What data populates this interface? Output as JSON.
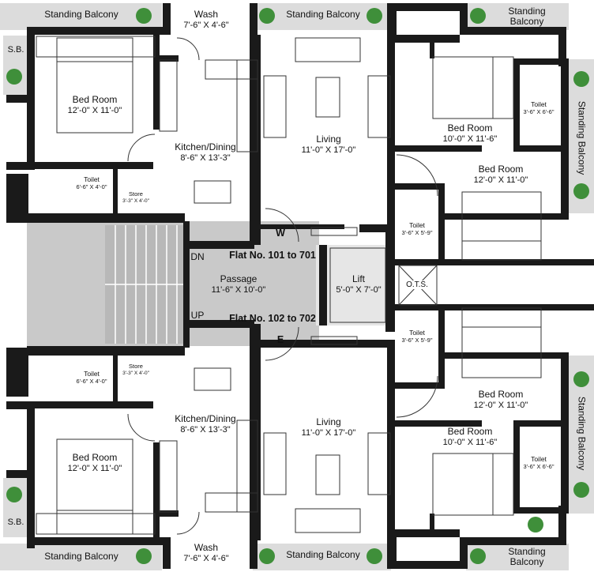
{
  "balconies": {
    "top_left": "Standing Balcony",
    "top_center": "Standing Balcony",
    "top_right_line1": "Standing",
    "top_right_line2": "Balcony",
    "right_upper": "Standing Balcony",
    "right_lower": "Standing Balcony",
    "bottom_left": "Standing Balcony",
    "bottom_center": "Standing Balcony",
    "bottom_right_line1": "Standing",
    "bottom_right_line2": "Balcony"
  },
  "sb": {
    "top": "S.B.",
    "bottom": "S.B."
  },
  "rooms": {
    "wash_top": {
      "title": "Wash",
      "dims": "7'-6\" X 4'-6\""
    },
    "wash_bottom": {
      "title": "Wash",
      "dims": "7'-6\" X 4'-6\""
    },
    "bedroom_tl": {
      "title": "Bed Room",
      "dims": "12'-0\" X 11'-0\""
    },
    "bedroom_bl": {
      "title": "Bed Room",
      "dims": "12'-0\" X 11'-0\""
    },
    "kitchen_top": {
      "title": "Kitchen/Dining",
      "dims": "8'-6\" X 13'-3\""
    },
    "kitchen_bottom": {
      "title": "Kitchen/Dining",
      "dims": "8'-6\" X 13'-3\""
    },
    "living_top": {
      "title": "Living",
      "dims": "11'-0\" X 17'-0\""
    },
    "living_bottom": {
      "title": "Living",
      "dims": "11'-0\" X 17'-0\""
    },
    "bedroom_tr_small": {
      "title": "Bed Room",
      "dims": "10'-0\" X 11'-6\""
    },
    "bedroom_br_small": {
      "title": "Bed Room",
      "dims": "10'-0\" X 11'-6\""
    },
    "bedroom_r_upper": {
      "title": "Bed Room",
      "dims": "12'-0\" X 11'-0\""
    },
    "bedroom_r_lower": {
      "title": "Bed Room",
      "dims": "12'-0\" X 11'-0\""
    },
    "toilet_tl": {
      "title": "Toilet",
      "dims": "6'-6\" X 4'-0\""
    },
    "toilet_bl": {
      "title": "Toilet",
      "dims": "6'-6\" X 4'-0\""
    },
    "store_top": {
      "title": "Store",
      "dims": "3'-3\" X 4'-0\""
    },
    "store_bottom": {
      "title": "Store",
      "dims": "3'-3\" X 4'-0\""
    },
    "toilet_tr": {
      "title": "Toilet",
      "dims": "3'-6\" X 6'-6\""
    },
    "toilet_br": {
      "title": "Toilet",
      "dims": "3'-6\" X 6'-6\""
    },
    "toilet_mid_upper": {
      "title": "Toilet",
      "dims": "3'-6\" X 5'-9\""
    },
    "toilet_mid_lower": {
      "title": "Toilet",
      "dims": "3'-6\" X 5'-9\""
    },
    "passage": {
      "title": "Passage",
      "dims": "11'-6\" X 10'-0\""
    },
    "lift": {
      "title": "Lift",
      "dims": "5'-0\" X 7'-0\""
    }
  },
  "labels": {
    "flat_top": "Flat No. 101 to 701",
    "flat_bottom": "Flat No. 102 to 702",
    "dn": "DN",
    "up": "UP",
    "ots": "O.T.S.",
    "w": "W",
    "e": "E"
  },
  "colors": {
    "wall": "#1a1a1a",
    "balcony": "#dcdcdc",
    "stair": "#bdbdbd",
    "passage": "#c9c9c9",
    "plant": "#3f8f3a"
  }
}
